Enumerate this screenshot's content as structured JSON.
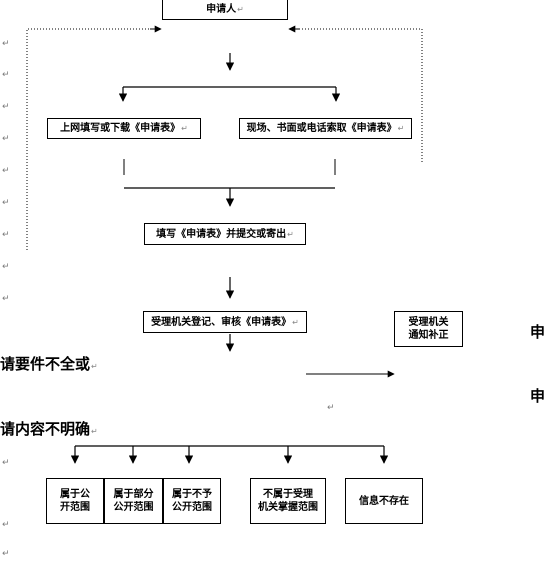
{
  "return_mark": "↵",
  "nodes": {
    "applicant": "申请人",
    "download_form": "上网填写或下载《申请表》",
    "obtain_form": "现场、书面或电话索取《申请表》",
    "submit_form": "填写《申请表》并提交或寄出",
    "register_review": "受理机关登记、审核《申请表》",
    "notify_correction": [
      "受理机关",
      "通知补正"
    ],
    "result_public": [
      "属于公",
      "开范围"
    ],
    "result_partial": [
      "属于部分",
      "公开范围"
    ],
    "result_not_public": [
      "属于不予",
      "公开范围"
    ],
    "result_not_in_scope": [
      "不属于受理",
      "机关掌握范围"
    ],
    "result_not_exist": "信息不存在"
  },
  "side_text": {
    "left_line1": "请要件不全或",
    "left_line2": "请内容不明确",
    "right_char1": "申",
    "right_char2": "申"
  }
}
